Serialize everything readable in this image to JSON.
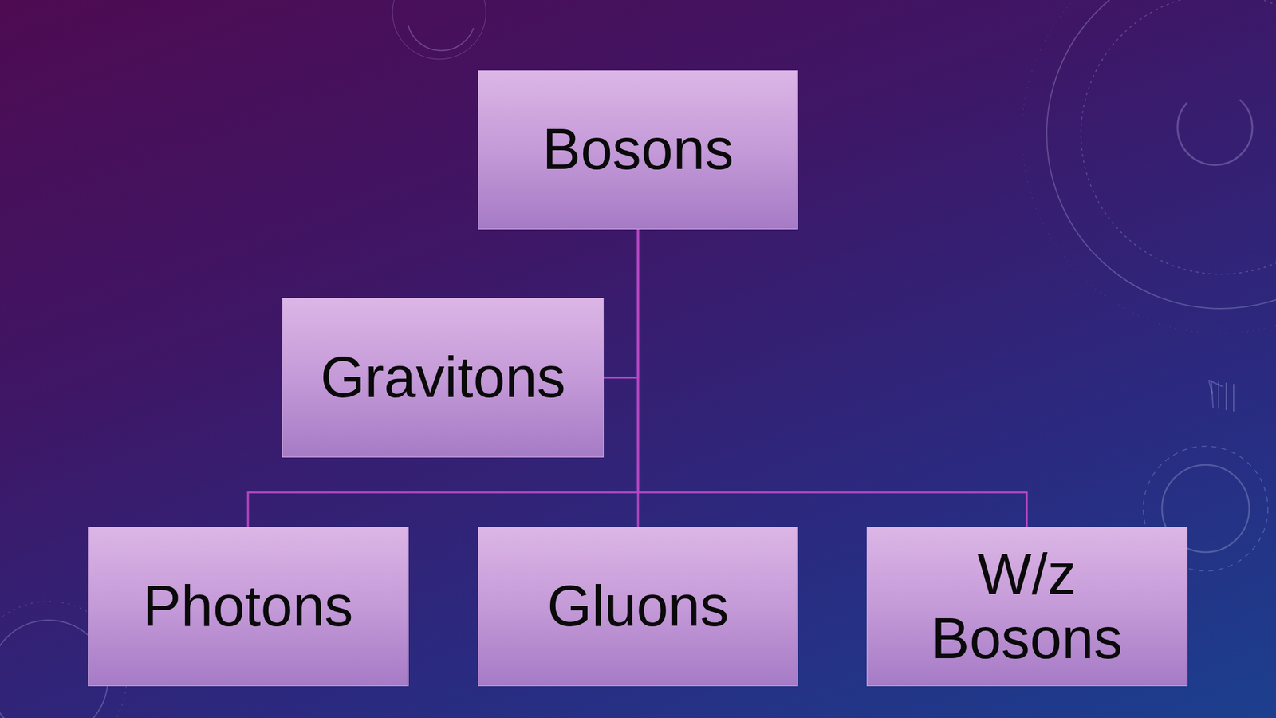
{
  "diagram": {
    "nodes": [
      {
        "text": [
          "Bosons"
        ]
      },
      {
        "text": [
          "Gravitons"
        ]
      },
      {
        "text": [
          "Photons"
        ]
      },
      {
        "text": [
          "Gluons"
        ]
      },
      {
        "text": [
          "W/z Bosons"
        ]
      }
    ],
    "edges": [
      {
        "from": 0,
        "to": 1,
        "arrow": "none"
      },
      {
        "from": 0,
        "to": 2,
        "arrow": "none"
      },
      {
        "from": 0,
        "to": 3,
        "arrow": "none"
      },
      {
        "from": 0,
        "to": 4,
        "arrow": "none"
      }
    ]
  }
}
